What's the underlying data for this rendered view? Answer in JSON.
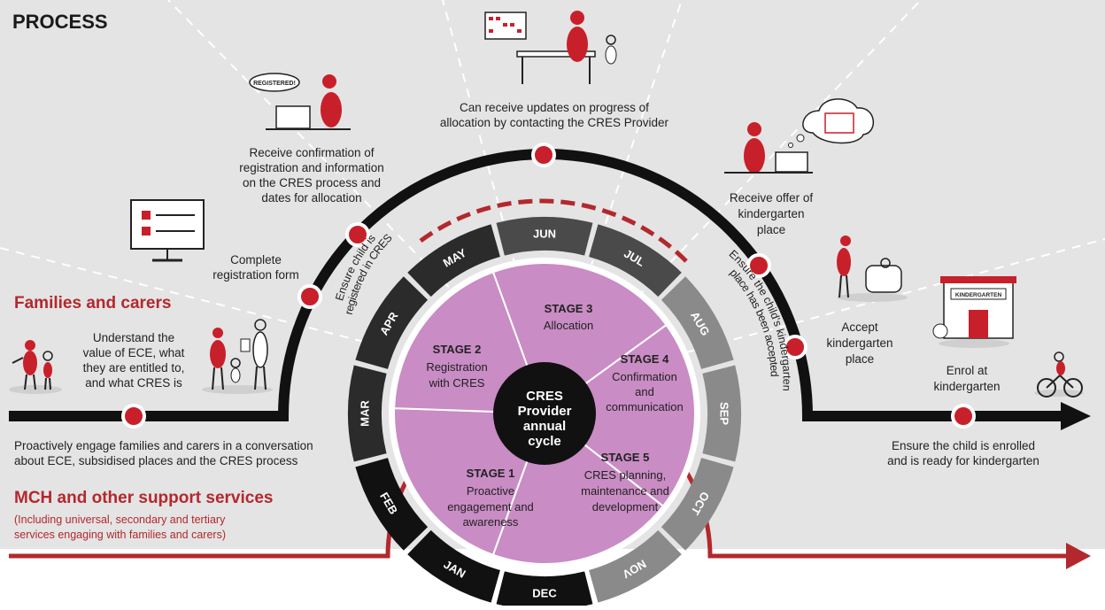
{
  "title": "PROCESS",
  "lanes": {
    "families": "Families and carers",
    "mch": "MCH and other support services",
    "mch_note": [
      "(Including universal, secondary and tertiary",
      "services engaging with families and carers)"
    ]
  },
  "steps": {
    "understand": [
      "Understand the",
      "value of ECE, what",
      "they are entitled to,",
      "and what CRES is"
    ],
    "complete_form": [
      "Complete",
      "registration form"
    ],
    "confirmation": [
      "Receive confirmation of",
      "registration and information",
      "on the CRES process and",
      "dates for allocation"
    ],
    "updates": [
      "Can receive updates on progress of",
      "allocation by contacting the CRES Provider"
    ],
    "offer": [
      "Receive offer of",
      "kindergarten",
      "place"
    ],
    "accept": [
      "Accept",
      "kindergarten",
      "place"
    ],
    "enrol": [
      "Enrol at",
      "kindergarten"
    ]
  },
  "bottom_notes": {
    "engage": [
      "Proactively engage families and carers in a conversation",
      "about ECE, subsidised places and the CRES process"
    ],
    "enrolled": [
      "Ensure the child is enrolled",
      "and is ready for kindergarten"
    ]
  },
  "arc_labels": {
    "registered": [
      "Ensure child is",
      "registered in CRES"
    ],
    "accepted": [
      "Ensure the child's kindergarten",
      "place has been accepted"
    ]
  },
  "illustration_text": {
    "speech": "REGISTERED!",
    "kinder_sign": "KINDERGARTEN"
  },
  "months": [
    "JAN",
    "FEB",
    "MAR",
    "APR",
    "MAY",
    "JUN",
    "JUL",
    "AUG",
    "SEP",
    "OCT",
    "NOV",
    "DEC"
  ],
  "center": [
    "CRES",
    "Provider",
    "annual",
    "cycle"
  ],
  "stages": [
    {
      "title": "STAGE 1",
      "desc": [
        "Proactive",
        "engagement and",
        "awareness"
      ]
    },
    {
      "title": "STAGE 2",
      "desc": [
        "Registration",
        "with CRES"
      ]
    },
    {
      "title": "STAGE 3",
      "desc": [
        "Allocation"
      ]
    },
    {
      "title": "STAGE 4",
      "desc": [
        "Confirmation",
        "and",
        "communication"
      ]
    },
    {
      "title": "STAGE 5",
      "desc": [
        "CRES planning,",
        "maintenance and",
        "development"
      ]
    }
  ],
  "colors": {
    "accent": "#b3282d",
    "dot": "#c8202a",
    "ring_dark": "#2b2b2b",
    "ring_mid": "#4a4a4a",
    "ring_light": "#8a8a8a",
    "ring_black": "#111111",
    "stage_fill": "#c98cc4",
    "background": "#e4e4e4"
  }
}
